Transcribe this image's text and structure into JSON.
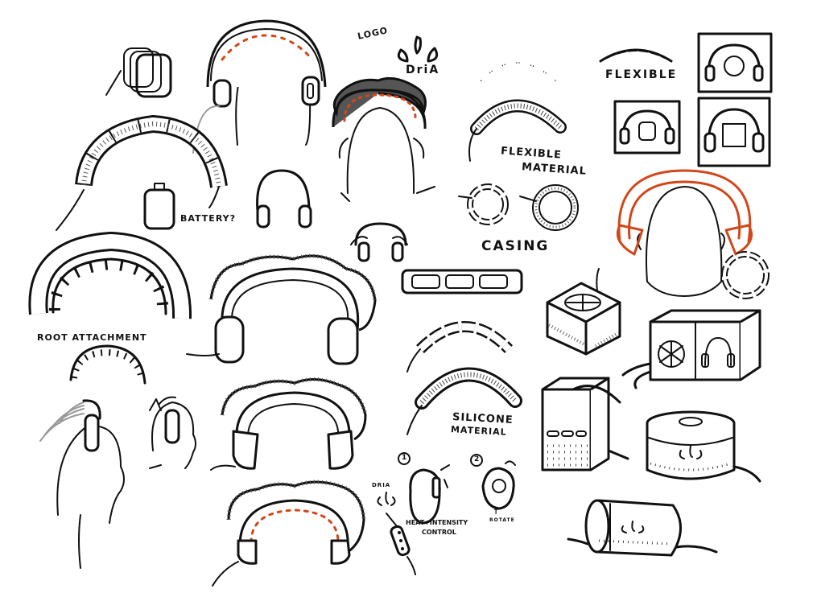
{
  "labels": {
    "logo": "LOGO",
    "brand": "DriA",
    "flexible": "FLEXIBLE",
    "flexible_material_1": "FLEXIBLE",
    "flexible_material_2": "MATERIAL",
    "battery": "BATTERY?",
    "casing": "CASING",
    "root_attachment": "ROOT ATTACHMENT",
    "silicone_1": "SILICONE",
    "silicone_2": "MATERIAL",
    "step_1": "1",
    "step_2": "2",
    "rotate_1": "↑",
    "rotate_2": "ROTATE",
    "dria_small": "DRIA",
    "control_1": "HEAT+INTENSITY",
    "control_2": "CONTROL"
  },
  "colors": {
    "ink": "#111111",
    "accent": "#d2471a",
    "shade": "#555555"
  },
  "icons": [
    "headphone-icon",
    "logo-drop-icon",
    "fan-icon",
    "dial-icon"
  ]
}
